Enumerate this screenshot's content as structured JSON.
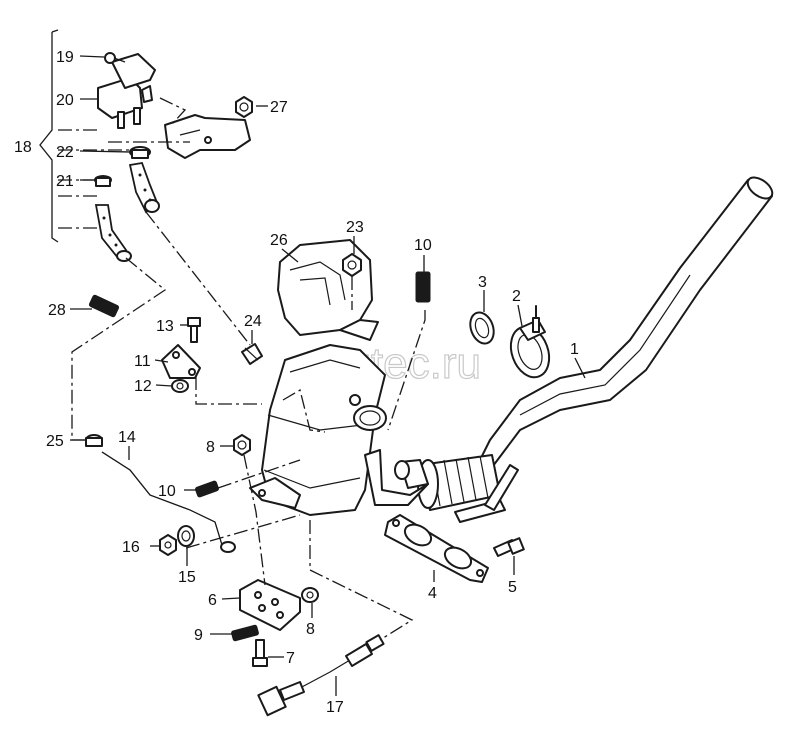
{
  "diagram": {
    "watermark": "vagtec.ru",
    "callouts": {
      "c1": "1",
      "c2": "2",
      "c3": "3",
      "c4": "4",
      "c5": "5",
      "c6": "6",
      "c7": "7",
      "c8a": "8",
      "c8b": "8",
      "c9": "9",
      "c10a": "10",
      "c10b": "10",
      "c11": "11",
      "c12": "12",
      "c13": "13",
      "c14": "14",
      "c15": "15",
      "c16": "16",
      "c17": "17",
      "c18": "18",
      "c19": "19",
      "c20": "20",
      "c21": "21",
      "c22": "22",
      "c23": "23",
      "c24": "24",
      "c25": "25",
      "c26": "26",
      "c27": "27",
      "c28": "28"
    }
  }
}
